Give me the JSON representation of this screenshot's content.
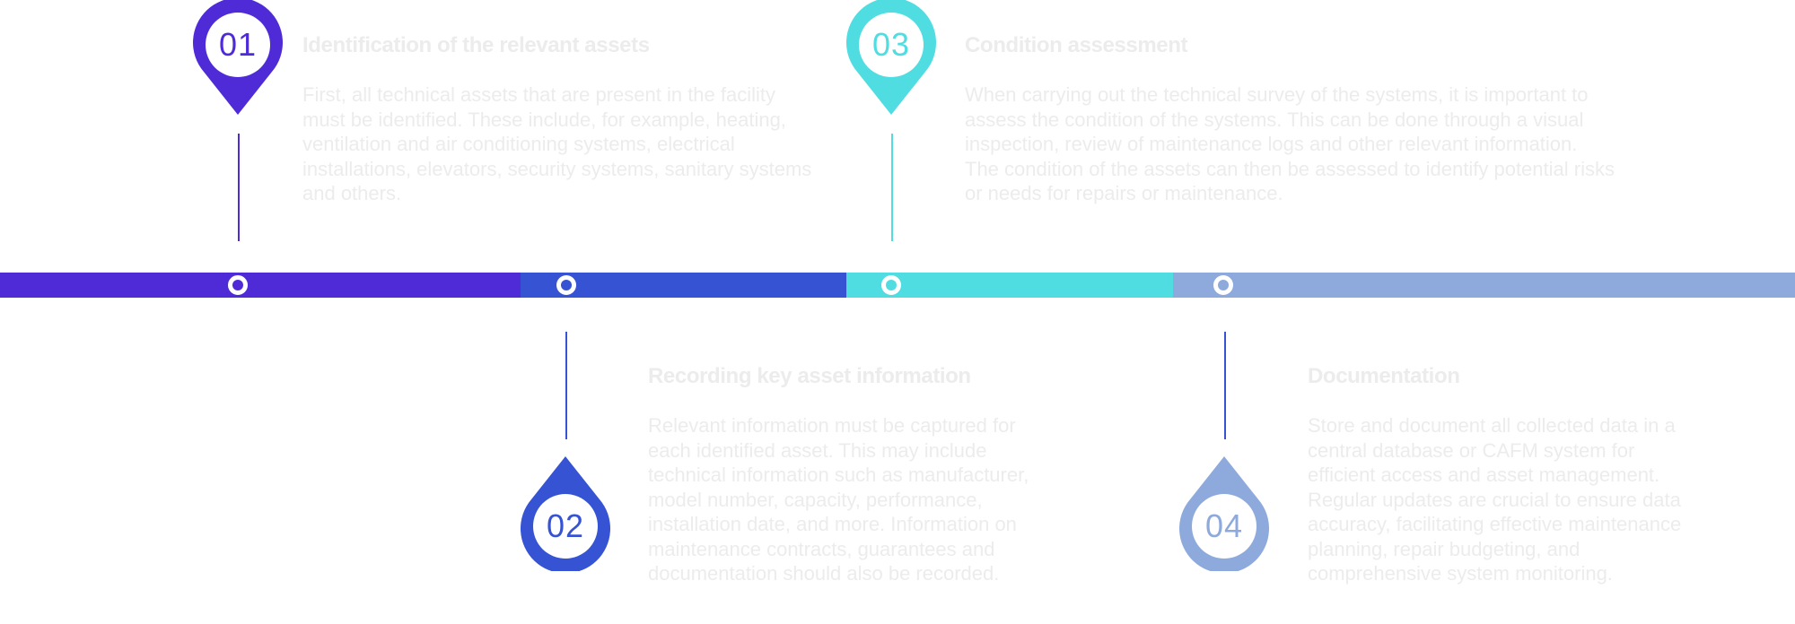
{
  "colors": {
    "step1": "#4f2bd8",
    "step2": "#3553d3",
    "step3": "#4fdde2",
    "step4": "#8eaadd",
    "text": "#ececec",
    "background": "#ffffff"
  },
  "steps": [
    {
      "number": "01",
      "title": "Identification of the relevant assets",
      "text": "First, all technical assets that are present in the facility must be identified. These include, for example, heating, ventilation and air conditioning systems, electrical installations, elevators, security systems, sanitary systems and others.",
      "icon": "map-pin-icon"
    },
    {
      "number": "02",
      "title": "Recording key asset information",
      "text": "Relevant information must be captured for each identified asset. This may include technical information such as manufacturer, model number, capacity, performance, installation date, and more. Information on maintenance contracts, guarantees and documentation should also be recorded.",
      "icon": "drop-pin-icon"
    },
    {
      "number": "03",
      "title": "Condition assessment",
      "text": "When carrying out the technical survey of the systems, it is important to assess the condition of the systems. This can be done through a visual inspection, review of maintenance logs and other relevant information. The condition of the assets can then be assessed to identify potential risks or needs for repairs or maintenance.",
      "icon": "map-pin-icon"
    },
    {
      "number": "04",
      "title": "Documentation",
      "text": "Store and document all collected data in a central database or CAFM system for efficient access and asset management. Regular updates are crucial to ensure data accuracy, facilitating effective maintenance planning, repair budgeting, and comprehensive system monitoring.",
      "icon": "drop-pin-icon"
    }
  ]
}
